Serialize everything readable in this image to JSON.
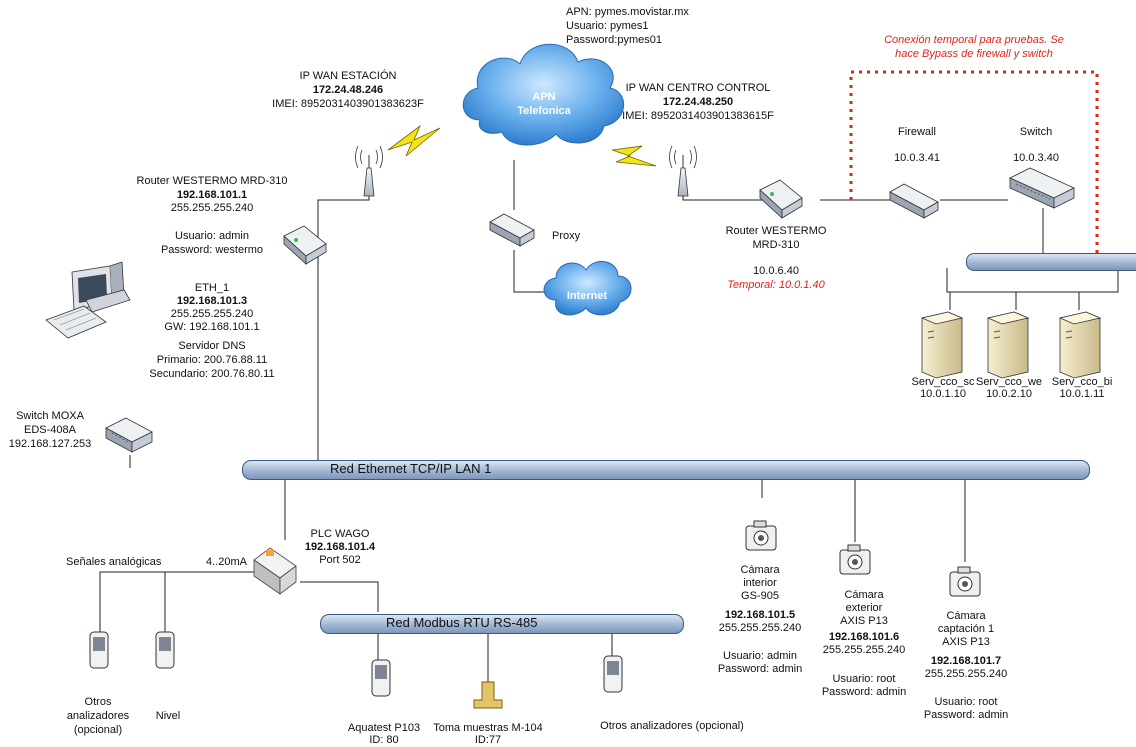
{
  "apn_info": {
    "line1": "APN: pymes.movistar.mx",
    "line2": "Usuario: pymes1",
    "line3": "Password:pymes01"
  },
  "cloud": {
    "line1": "APN",
    "line2": "Telefonica"
  },
  "internet": {
    "label": "Internet"
  },
  "proxy": {
    "label": "Proxy"
  },
  "wan_station": {
    "title": "IP WAN ESTACIÓN",
    "ip": "172.24.48.246",
    "imei": "IMEI: 8952031403901383623F"
  },
  "wan_control": {
    "title": "IP WAN CENTRO CONTROL",
    "ip": "172.24.48.250",
    "imei": "IMEI: 8952031403901383615F"
  },
  "temp_note": {
    "line1": "Conexión temporal para pruebas. Se",
    "line2": "hace Bypass de firewall y switch"
  },
  "firewall": {
    "label": "Firewall",
    "ip": "10.0.3.41"
  },
  "switch": {
    "label": "Switch",
    "ip": "10.0.3.40"
  },
  "router_right": {
    "line1": "Router WESTERMO",
    "line2": "MRD-310",
    "ip": "10.0.6.40",
    "temp": "Temporal: 10.0.1.40"
  },
  "router_left": {
    "title": "Router WESTERMO  MRD-310",
    "ip": "192.168.101.1",
    "mask": "255.255.255.240",
    "user": "Usuario: admin",
    "password": "Password: westermo"
  },
  "eth1": {
    "title": "ETH_1",
    "ip": "192.168.101.3",
    "mask": "255.255.255.240",
    "gw": "GW: 192.168.101.1",
    "dns_title": "Servidor DNS",
    "dns1": "Primario: 200.76.88.11",
    "dns2": "Secundario: 200.76.80.11"
  },
  "switch_moxa": {
    "line1": "Switch MOXA",
    "line2": "EDS-408A",
    "line3": "192.168.127.253"
  },
  "servers": [
    {
      "name": "Serv_cco_sc",
      "ip": "10.0.1.10"
    },
    {
      "name": "Serv_cco_we",
      "ip": "10.0.2.10"
    },
    {
      "name": "Serv_cco_bi",
      "ip": "10.0.1.11"
    }
  ],
  "lan_bus": {
    "label": "Red Ethernet TCP/IP  LAN 1"
  },
  "modbus_bus": {
    "label": "Red Modbus RTU RS-485"
  },
  "plc": {
    "title": "PLC WAGO",
    "ip": "192.168.101.4",
    "port": "Port 502"
  },
  "analog": {
    "label": "Señales analógicas",
    "range": "4..20mA"
  },
  "camera_interior": {
    "line1": "Cámara",
    "line2": "interior",
    "line3": "GS-905",
    "ip": "192.168.101.5",
    "mask": "255.255.255.240",
    "user": "Usuario: admin",
    "password": "Password: admin"
  },
  "camera_exterior": {
    "line1": "Cámara",
    "line2": "exterior",
    "line3": "AXIS P13",
    "ip": "192.168.101.6",
    "mask": "255.255.255.240",
    "user": "Usuario: root",
    "password": "Password: admin"
  },
  "camera_captacion": {
    "line1": "Cámara",
    "line2": "captación 1",
    "line3": "AXIS P13",
    "ip": "192.168.101.7",
    "mask": "255.255.255.240",
    "user": "Usuario: root",
    "password": "Password: admin"
  },
  "bottom_devices": {
    "otros_left": {
      "line1": "Otros",
      "line2": "analizadores",
      "line3": "(opcional)"
    },
    "nivel": "Nivel",
    "aquatest": {
      "line1": "Aquatest P103",
      "line2": "ID: 80"
    },
    "toma": {
      "line1": "Toma muestras M-104",
      "line2": "ID:77"
    },
    "otros_right": "Otros analizadores (opcional)"
  },
  "colors": {
    "accent_red": "#e2231a",
    "bus_blue": "#9fb6d2",
    "cloud_blue": "#2f8ad8"
  }
}
